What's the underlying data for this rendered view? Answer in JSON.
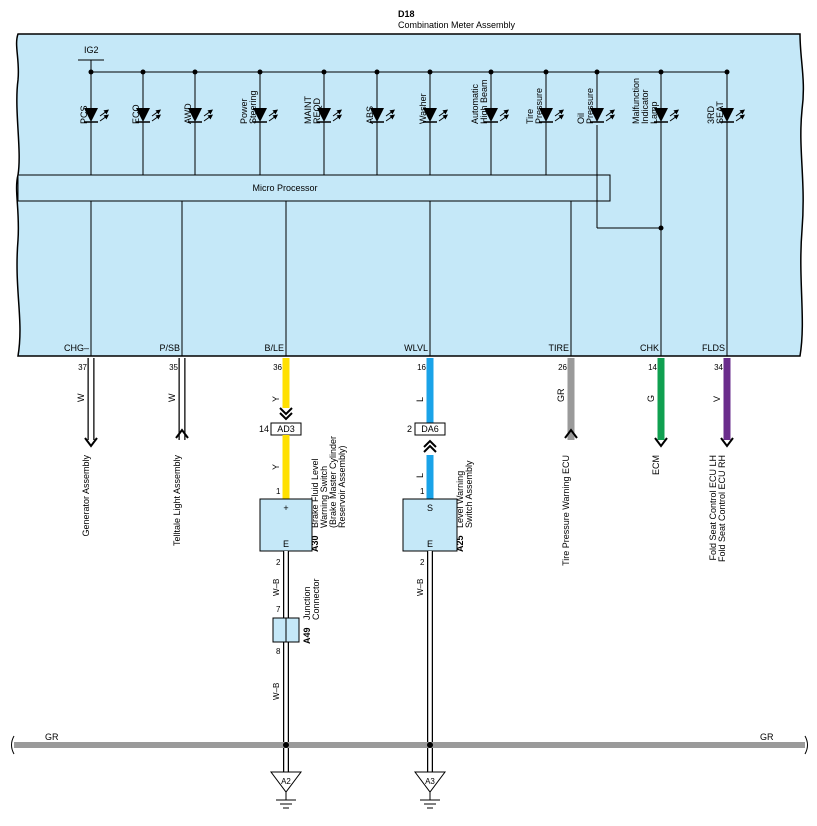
{
  "meter": {
    "code": "D18",
    "name": "Combination Meter Assembly",
    "power": "IG2",
    "processor": "Micro Processor"
  },
  "lamps": [
    {
      "lines": [
        "PCS"
      ]
    },
    {
      "lines": [
        "ECO"
      ]
    },
    {
      "lines": [
        "AWD"
      ]
    },
    {
      "lines": [
        "Power",
        "Steering"
      ]
    },
    {
      "lines": [
        "MAINT",
        "REQD"
      ]
    },
    {
      "lines": [
        "ABS"
      ]
    },
    {
      "lines": [
        "Washer"
      ]
    },
    {
      "lines": [
        "Automatic",
        "High Beam"
      ]
    },
    {
      "lines": [
        "Tire",
        "Pressure"
      ]
    },
    {
      "lines": [
        "Oil",
        "Pressure"
      ]
    },
    {
      "lines": [
        "Malfunction",
        "Indicator",
        "Lamp"
      ]
    },
    {
      "lines": [
        "3RD",
        "SEAT"
      ]
    }
  ],
  "terminals": [
    {
      "name": "CHG–",
      "pin": "37",
      "wire": "W",
      "color": "#ffffff",
      "dest": [
        "Generator Assembly"
      ],
      "dir": "down"
    },
    {
      "name": "P/SB",
      "pin": "35",
      "wire": "W",
      "color": "#ffffff",
      "dest": [
        "Telltale Light Assembly"
      ],
      "dir": "up"
    },
    {
      "name": "B/LE",
      "pin": "36",
      "wire": "Y",
      "color": "#ffe000"
    },
    {
      "name": "WLVL",
      "pin": "16",
      "wire": "L",
      "color": "#1aa3e8"
    },
    {
      "name": "TIRE",
      "pin": "26",
      "wire": "GR",
      "color": "#9a9a9a",
      "dest": [
        "Tire Pressure Warning ECU"
      ],
      "dir": "up"
    },
    {
      "name": "CHK",
      "pin": "14",
      "wire": "G",
      "color": "#10a050",
      "dest": [
        "ECM"
      ],
      "dir": "down"
    },
    {
      "name": "FLDS",
      "pin": "34",
      "wire": "V",
      "color": "#6a2c8c",
      "dest": [
        "Fold Seat Control ECU LH",
        "Fold Seat Control ECU RH"
      ],
      "dir": "down"
    }
  ],
  "connectors": {
    "ad3": {
      "name": "AD3",
      "pin": "14"
    },
    "da6": {
      "name": "DA6",
      "pin": "2"
    }
  },
  "switches": {
    "a30": {
      "code": "A30",
      "lines": [
        "Brake Fluid Level",
        "Warning Switch",
        "(Brake Master Cylinder",
        "Reservoir Assembly)"
      ],
      "top": "+",
      "bottom": "E",
      "pin_in": "1",
      "pin_out": "2",
      "wire_in": "Y"
    },
    "a25": {
      "code": "A25",
      "lines": [
        "Level Warning",
        "Switch Assembly"
      ],
      "top": "S",
      "bottom": "E",
      "pin_in": "1",
      "pin_out": "2",
      "wire_in": "L"
    }
  },
  "junction": {
    "code": "A49",
    "lines": [
      "Junction",
      "Connector"
    ],
    "pin_in": "7",
    "pin_out": "8"
  },
  "ground": {
    "bus_label": "GR",
    "wire": "W–B",
    "points": [
      "A2",
      "A3"
    ]
  },
  "colors": {
    "meter_fill": "#c5e8f8",
    "y": "#ffe000",
    "l": "#1aa3e8",
    "gr": "#9a9a9a",
    "g": "#10a050",
    "v": "#6a2c8c"
  }
}
